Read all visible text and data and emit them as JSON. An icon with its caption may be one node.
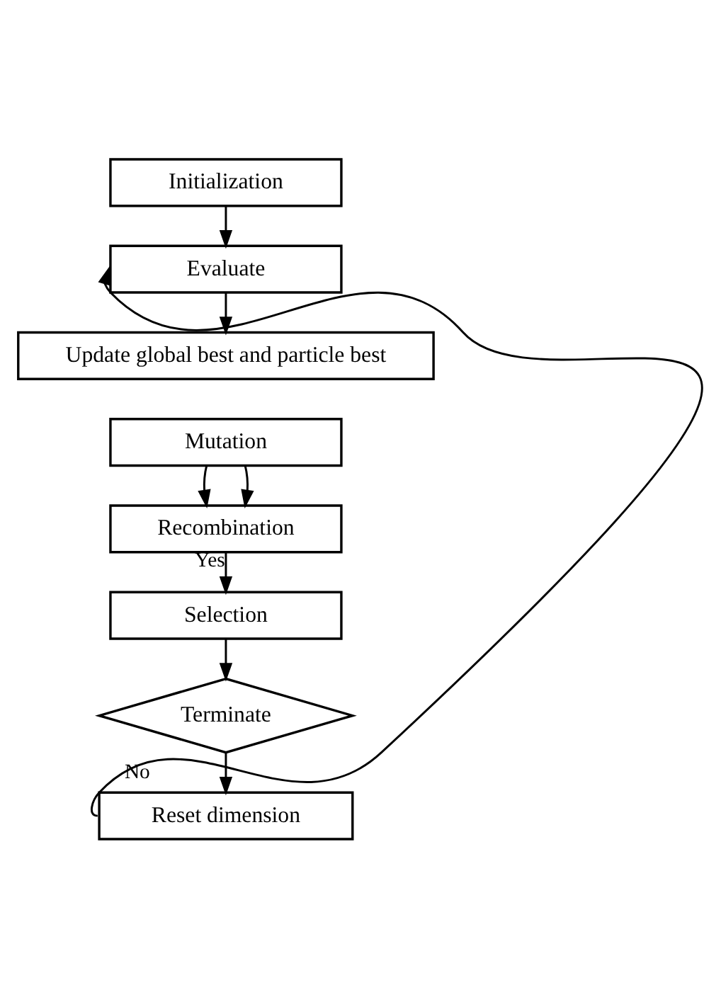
{
  "diagram": {
    "nodes": [
      {
        "text": [
          "Initialization"
        ]
      },
      {
        "text": [
          "Evaluate"
        ]
      },
      {
        "text": [
          "Update global best and particle best"
        ]
      },
      {
        "text": [
          "Mutation"
        ]
      },
      {
        "text": [
          "Recombination"
        ]
      },
      {
        "text": [
          "Selection"
        ]
      },
      {
        "text": [
          "Terminate"
        ]
      },
      {
        "text": [
          "Reset dimension"
        ]
      }
    ],
    "edges": [
      {
        "from": 0,
        "to": 1,
        "arrow": "to"
      },
      {
        "from": 1,
        "to": 2,
        "arrow": "to"
      },
      {
        "from": 3,
        "to": 4,
        "arrow": "to"
      },
      {
        "from": 3,
        "to": 4,
        "arrow": "to"
      },
      {
        "from": 4,
        "to": 5,
        "arrow": "to",
        "label": "Yes"
      },
      {
        "from": 5,
        "to": 6,
        "arrow": "to"
      },
      {
        "from": 6,
        "to": 7,
        "arrow": "to"
      },
      {
        "from": 7,
        "to": 1,
        "arrow": "to",
        "label": "No"
      }
    ]
  }
}
